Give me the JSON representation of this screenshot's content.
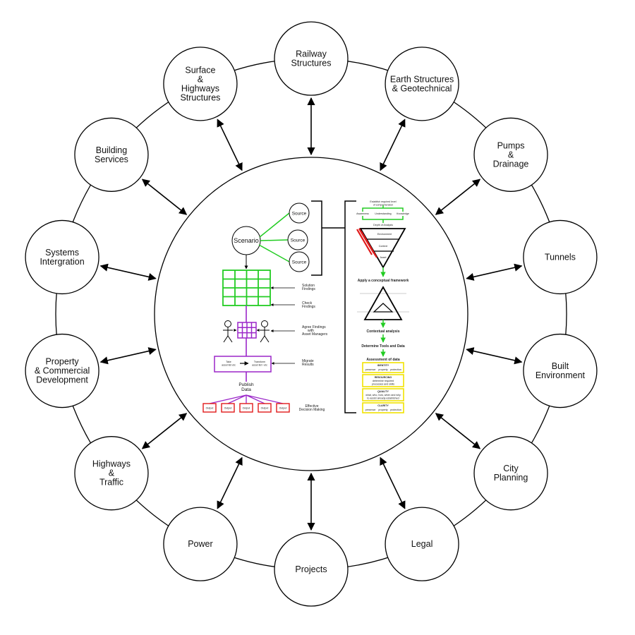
{
  "colors": {
    "stroke": "#000000",
    "green": "#22cc22",
    "purple": "#9b26c9",
    "red": "#e01b1b",
    "yellow": "#f2e200"
  },
  "nodes": [
    {
      "id": "railway",
      "lines": [
        "Railway",
        "Structures"
      ]
    },
    {
      "id": "earth",
      "lines": [
        "Earth Structures",
        "& Geotechnical"
      ]
    },
    {
      "id": "pumps",
      "lines": [
        "Pumps",
        "&",
        "Drainage"
      ]
    },
    {
      "id": "tunnels",
      "lines": [
        "Tunnels"
      ]
    },
    {
      "id": "built",
      "lines": [
        "Built",
        "Environment"
      ]
    },
    {
      "id": "city",
      "lines": [
        "City",
        "Planning"
      ]
    },
    {
      "id": "legal",
      "lines": [
        "Legal"
      ]
    },
    {
      "id": "projects",
      "lines": [
        "Projects"
      ]
    },
    {
      "id": "power",
      "lines": [
        "Power"
      ]
    },
    {
      "id": "highways",
      "lines": [
        "Highways",
        "&",
        "Traffic"
      ]
    },
    {
      "id": "property",
      "lines": [
        "Property",
        "& Commercial",
        "Development"
      ]
    },
    {
      "id": "systems",
      "lines": [
        "Systems",
        "Intergration"
      ]
    },
    {
      "id": "building",
      "lines": [
        "Building",
        "Services"
      ]
    },
    {
      "id": "surface",
      "lines": [
        "Surface",
        "&",
        "Highways",
        "Structures"
      ]
    }
  ],
  "center": {
    "scenario": "Scenario",
    "sources": [
      "Source",
      "Source",
      "Source"
    ],
    "solution_findings": [
      "Solution",
      "Findings"
    ],
    "check_findings": [
      "Check",
      "Findings"
    ],
    "agree_findings": [
      "Agree Findings",
      "with",
      "Asset Managers"
    ],
    "process_left": [
      "Take",
      "asset list etc"
    ],
    "process_right": [
      "Transform",
      "asset list / etc"
    ],
    "migrate_results": [
      "Migrate",
      "Results"
    ],
    "publish_data": [
      "Publish",
      "Data"
    ],
    "outputs": [
      "Output",
      "Output",
      "Output",
      "Output",
      "Output"
    ],
    "effective": [
      "Effective",
      "Decision Making"
    ],
    "method_title": [
      "Establish required level",
      "of comprehension"
    ],
    "method_top": [
      "Awareness",
      "Understanding",
      "Knowledge"
    ],
    "depth_label": "Depth of Analysis",
    "funnel_labels": [
      "Environment",
      "Context",
      "Asset"
    ],
    "apply_framework": "Apply a conceptual framework",
    "contextual_analysis": "Contextual analysis",
    "determine_tools": "Determine Tools and Data",
    "assessment": "Assessment of data",
    "yellow_boxes": [
      {
        "title": "IDENTITY",
        "items": [
          "presence",
          "property",
          "protection"
        ]
      },
      {
        "title": "RESOURCING",
        "items": [
          "determine required",
          "processes and skills"
        ]
      },
      {
        "title": "QUALITY",
        "items": [
          "what, who, how, when and why",
          "to assist already established"
        ]
      },
      {
        "title": "CLARITY",
        "items": [
          "presence",
          "property",
          "protection"
        ]
      }
    ]
  }
}
